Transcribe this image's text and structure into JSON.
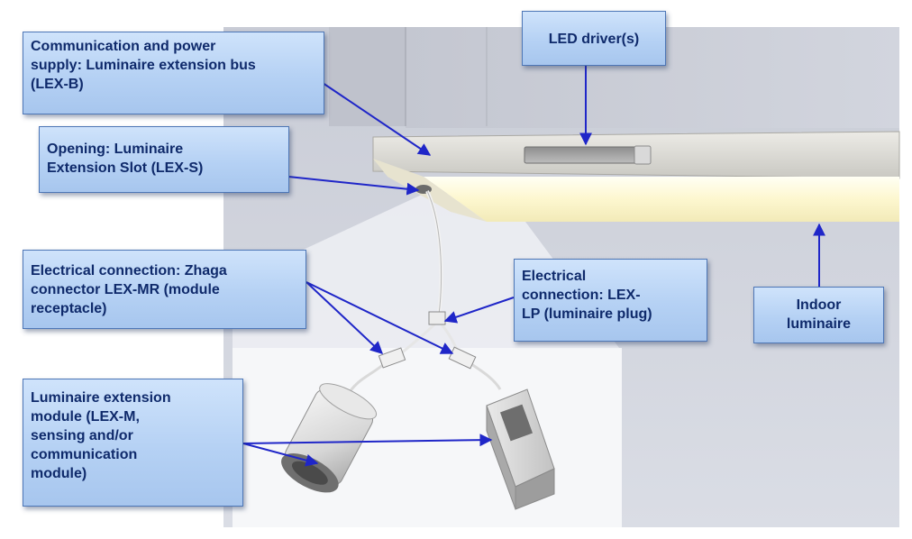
{
  "labels": {
    "lex_b": "Communication and power\nsupply: Luminaire extension bus\n(LEX-B)",
    "led_driver": "LED driver(s)",
    "lex_s": "Opening: Luminaire\nExtension Slot (LEX-S)",
    "lex_mr": "Electrical connection: Zhaga\nconnector LEX-MR (module\nreceptacle)",
    "lex_lp": "Electrical\nconnection: LEX-\nLP (luminaire plug)",
    "indoor": "Indoor\nluminaire",
    "lex_m": "Luminaire extension\nmodule (LEX-M,\nsensing and/or\ncommunication\nmodule)"
  },
  "colors": {
    "label_fill": "#bcd6f6",
    "label_border": "#4d76b6",
    "label_text": "#0f2a6b",
    "arrow": "#1f26c8"
  }
}
